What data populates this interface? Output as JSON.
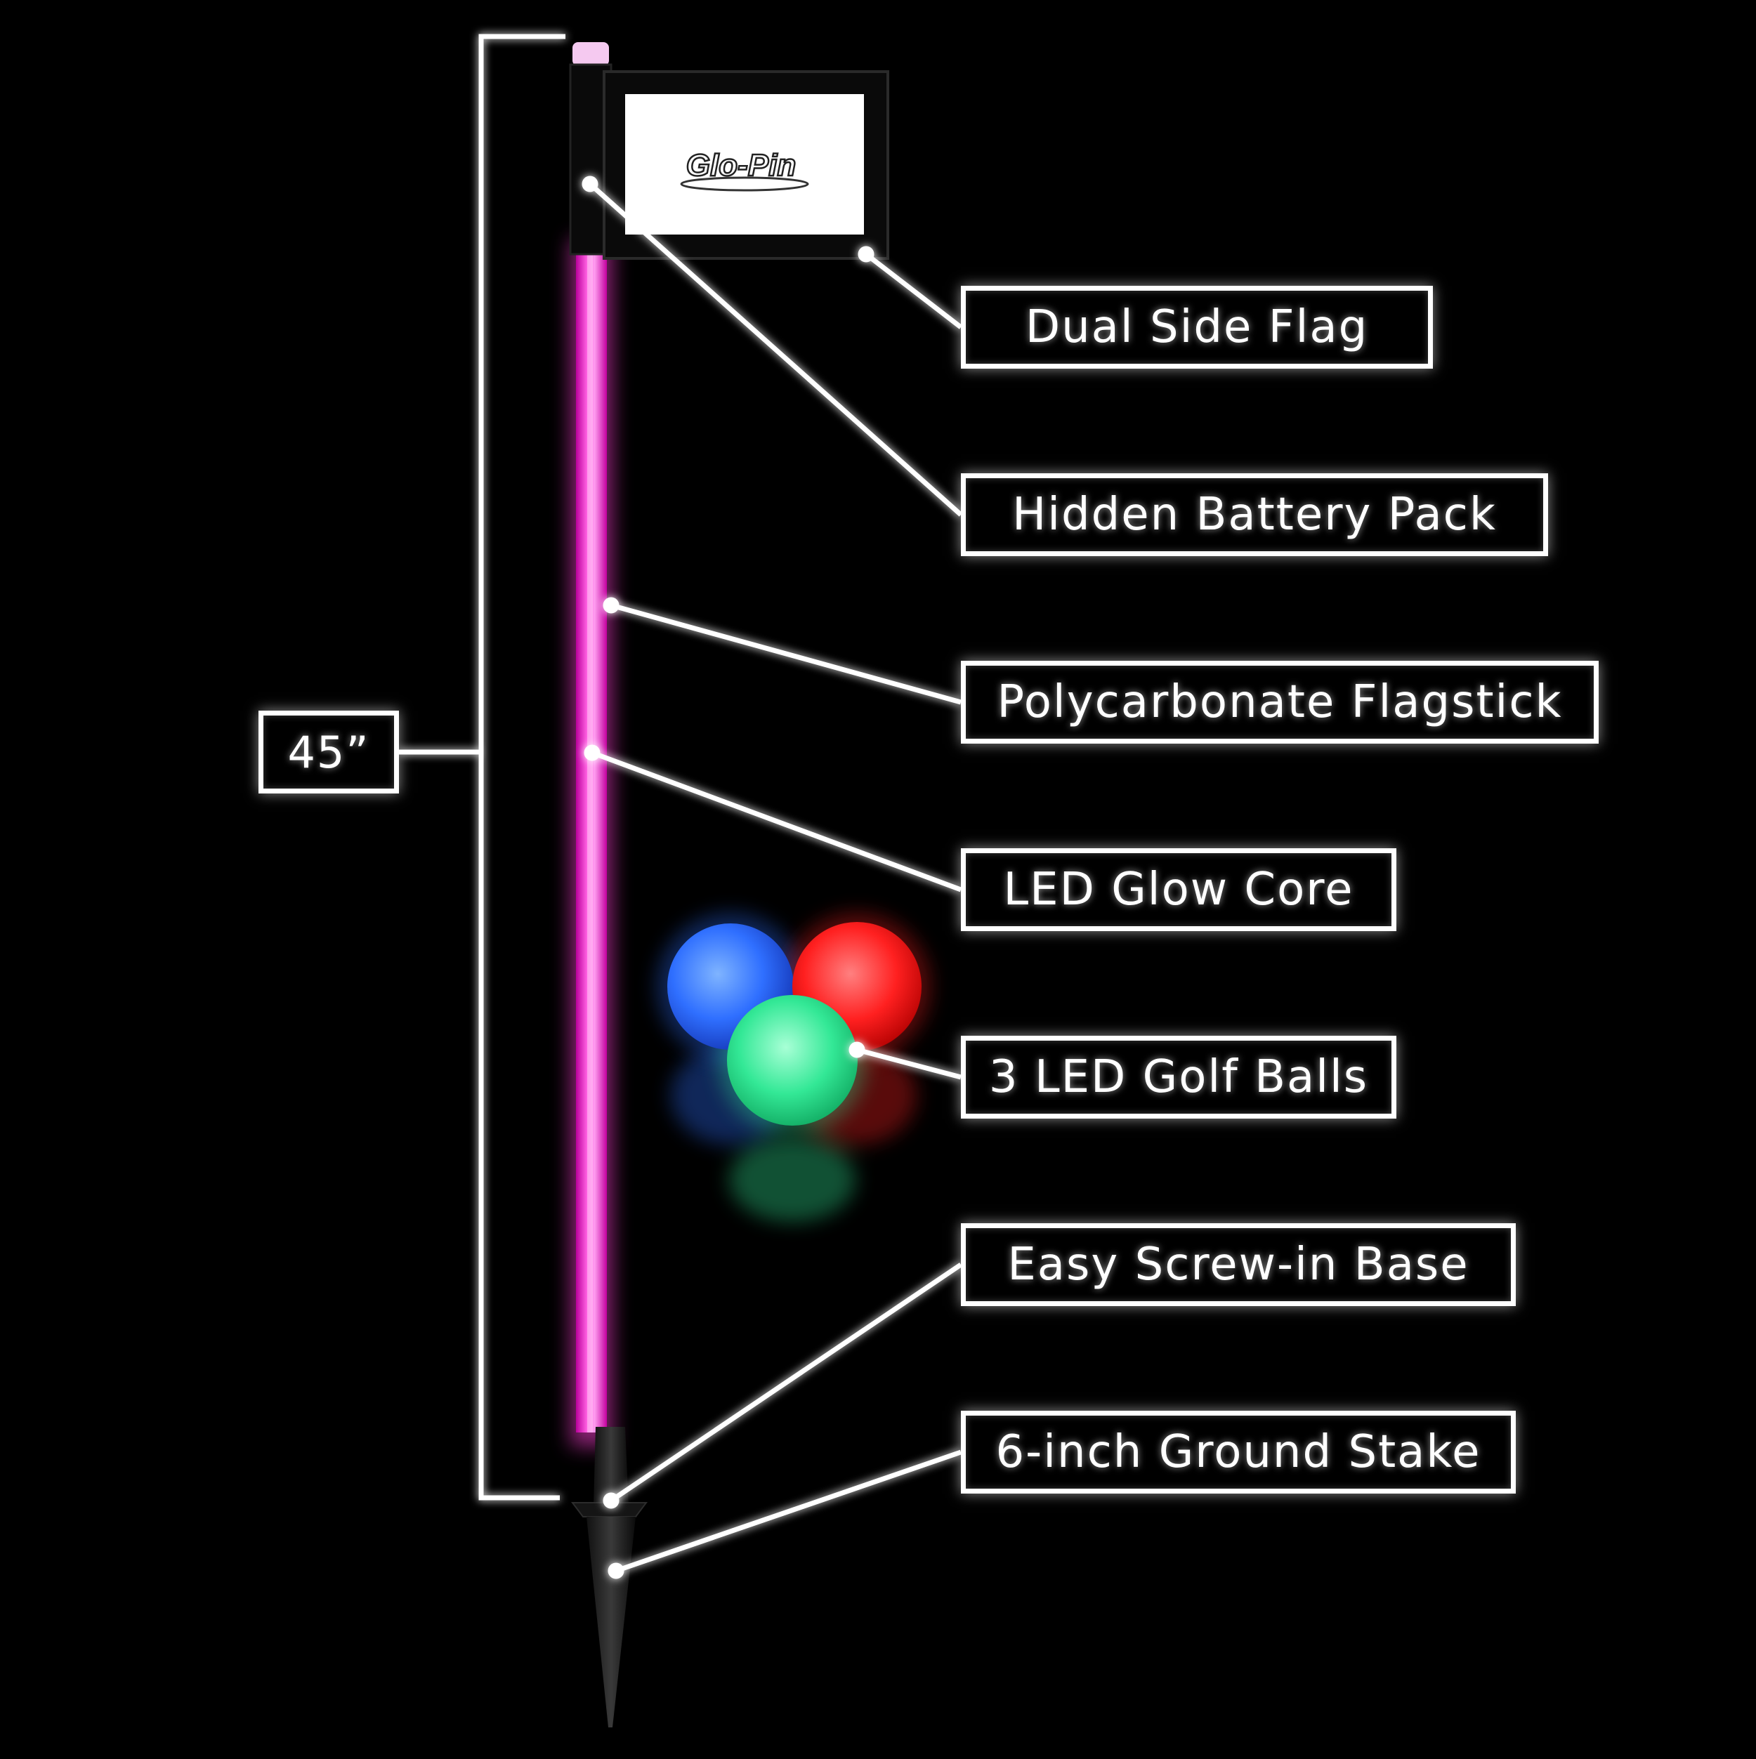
{
  "brand": {
    "flag_logo_text": "Glo-Pin"
  },
  "dimension": {
    "height_label": "45”"
  },
  "callouts": [
    {
      "label": "Dual Side Flag"
    },
    {
      "label": "Hidden Battery Pack"
    },
    {
      "label": "Polycarbonate Flagstick"
    },
    {
      "label": "LED Glow Core"
    },
    {
      "label": "3 LED Golf Balls"
    },
    {
      "label": "Easy Screw-in Base"
    },
    {
      "label": "6-inch Ground Stake"
    }
  ],
  "golf_balls": [
    {
      "color": "blue",
      "hex": "#2f7dff"
    },
    {
      "color": "red",
      "hex": "#ff2b2b"
    },
    {
      "color": "green",
      "hex": "#3dff9e"
    }
  ],
  "colors": {
    "background": "#000000",
    "flagstick": "#ff3fd6",
    "flag_panel": "#ffffff",
    "flag_border": "#000000",
    "lines": "#ffffff"
  }
}
